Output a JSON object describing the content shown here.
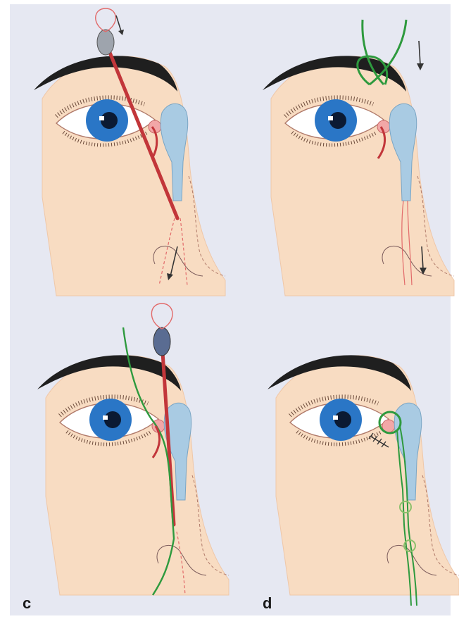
{
  "figure": {
    "panels": [
      {
        "label": "",
        "description_id": "panel-a"
      },
      {
        "label": "",
        "description_id": "panel-b"
      },
      {
        "label": "c",
        "description_id": "panel-c"
      },
      {
        "label": "d",
        "description_id": "panel-d"
      }
    ]
  },
  "colors": {
    "background": "#ffffff",
    "figure_bg": "#e6e8f2",
    "skin": "#f8dcc2",
    "skin_edge": "#efc7a8",
    "brow": "#1f1f1f",
    "iris": "#2a76c6",
    "pupil": "#0b1a33",
    "sac": "#a9cbe3",
    "caruncle": "#f2a7a7",
    "probe": "#c2363a",
    "silicone_tube": "#2e9a3e",
    "suture": "#e26a6a",
    "arrow": "#333333"
  }
}
